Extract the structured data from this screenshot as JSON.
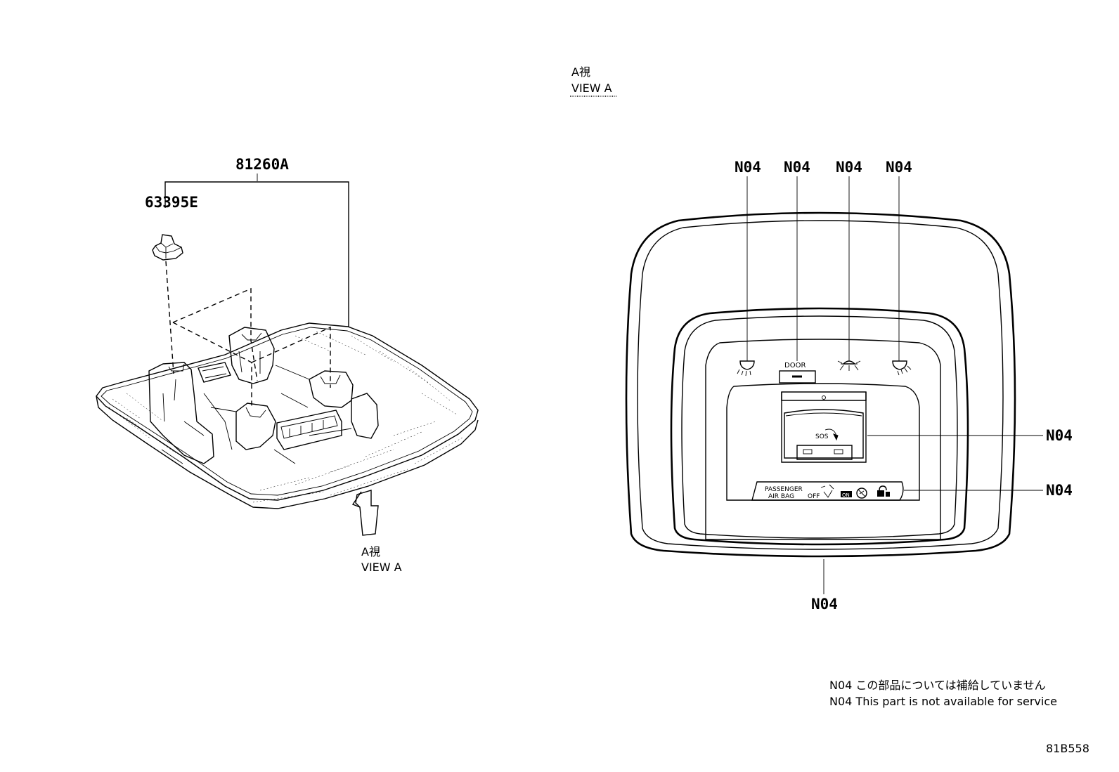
{
  "left_view": {
    "assembly_label": "81260A",
    "clip_label": "63395E",
    "view_caption_jp": "A視",
    "view_caption_en": "VIEW A"
  },
  "right_view": {
    "caption_jp": "A視",
    "caption_en": "VIEW A",
    "callouts": [
      "N04",
      "N04",
      "N04",
      "N04",
      "N04",
      "N04",
      "N04"
    ],
    "door_switch_label": "DOOR",
    "sos_label": "SOS",
    "airbag_label_line1": "PASSENGER",
    "airbag_label_line2": "AIR BAG",
    "airbag_off": "OFF",
    "airbag_on": "ON"
  },
  "notes": {
    "jp": "N04 この部品については補給していません",
    "en": "N04 This part is not available for service"
  },
  "figure_code": "81B558"
}
